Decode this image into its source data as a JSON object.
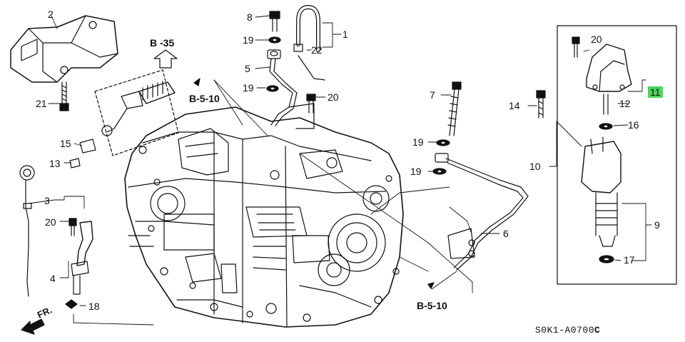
{
  "diagram": {
    "part_labels": {
      "p1": "1",
      "p2": "2",
      "p3": "3",
      "p4": "4",
      "p5": "5",
      "p6": "6",
      "p7": "7",
      "p8": "8",
      "p9": "9",
      "p10": "10",
      "p11": "11",
      "p12": "12",
      "p13": "13",
      "p14": "14",
      "p15": "15",
      "p16": "16",
      "p17": "17",
      "p18": "18",
      "p19": "19",
      "p20": "20",
      "p21": "21",
      "p22": "22"
    },
    "ref_labels": {
      "b35": "B -35",
      "b510": "B-5-10",
      "fr": "FR."
    },
    "diagram_code": "S0K1-A0700",
    "diagram_code_suffix": "C",
    "highlight_color": "#49d65a"
  }
}
